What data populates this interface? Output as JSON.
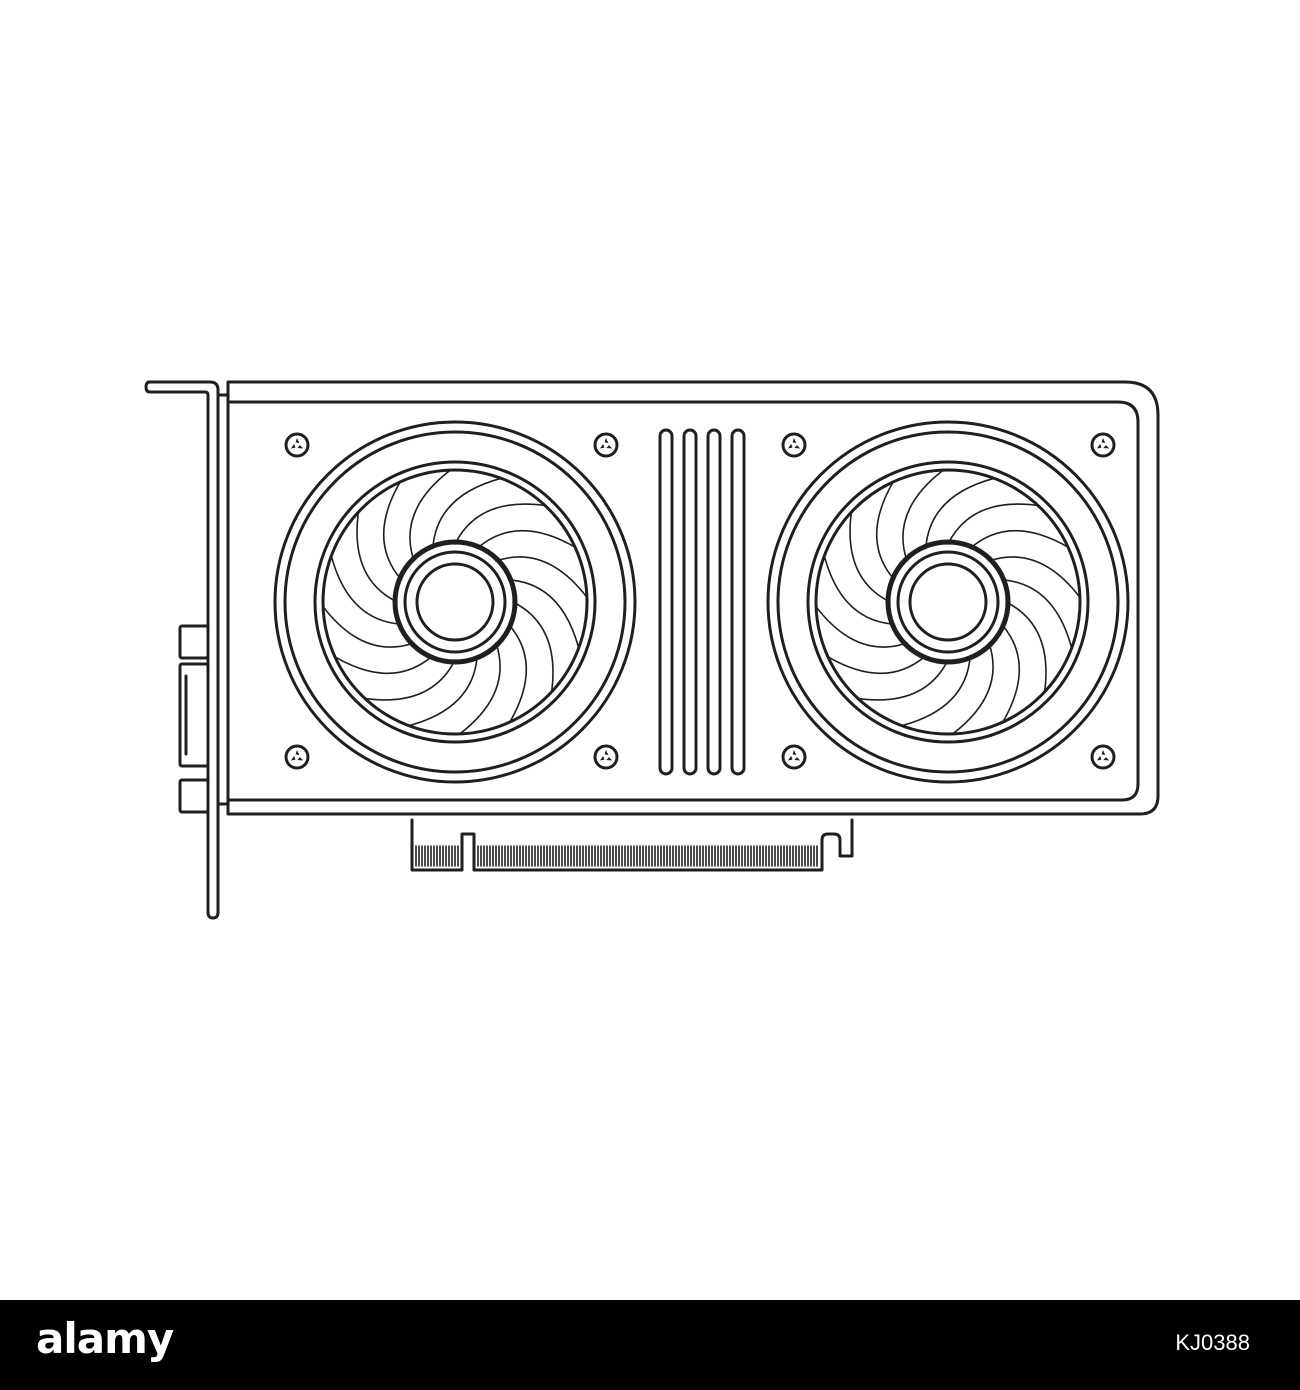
{
  "illustration": {
    "subject": "graphics-card-outline-icon",
    "line_color": "#1f1f1f",
    "background_color": "#ffffff",
    "fan_count": 2,
    "fan_blade_count": 16,
    "screw_count": 8,
    "heatsink_fin_count": 4,
    "ports": [
      "hdmi-port",
      "dvi-port",
      "displayport-port"
    ]
  },
  "watermark": {
    "logo": "alamy",
    "image_id": "KJ0388",
    "bar_color": "#000000",
    "text_color": "#ffffff"
  }
}
